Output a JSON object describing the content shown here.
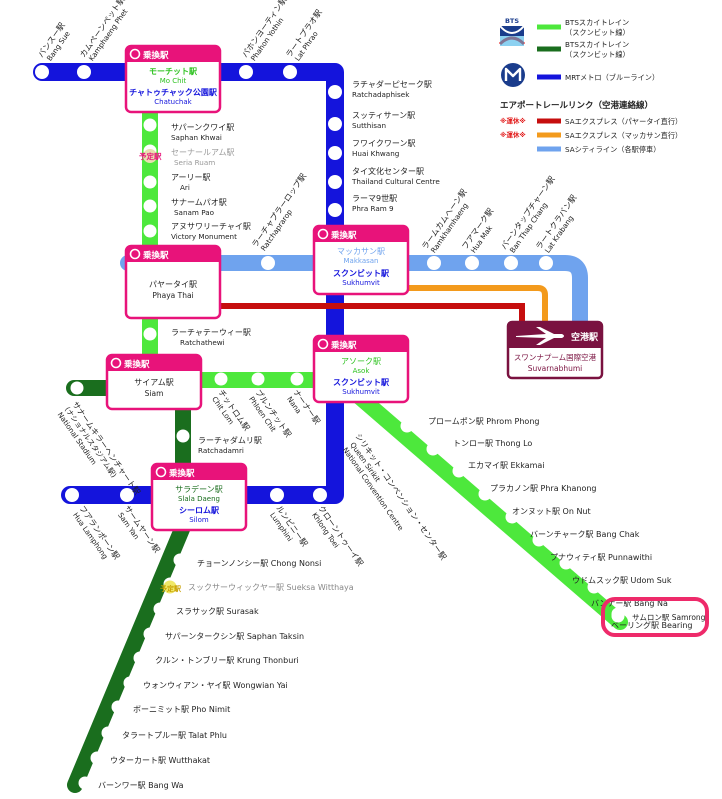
{
  "legend": {
    "bts_logo": "BTS",
    "sukhumvit_line": [
      "BTSスカイトレイン",
      "（スクンビット線）"
    ],
    "silom_line": [
      "BTSスカイトレイン",
      "（スクンビット線）"
    ],
    "mrt_line": "MRTメトロ（ブルーライン）",
    "airport_title": "エアポートレールリンク（空港連絡線）",
    "suspended": "※運休※",
    "sa_express_phayathai": "SAエクスプレス（パヤータイ直行）",
    "sa_express_makkasan": "SAエクスプレス（マッカサン直行）",
    "sa_city": "SAシティライン（各駅停車）",
    "colors": {
      "sukhumvit": "#4de83c",
      "silom": "#1a6e1e",
      "mrt": "#1414dc",
      "sa_express_red": "#c60e0e",
      "sa_express_orange": "#f39a1c",
      "sa_city": "#6fa3ee",
      "interchange": "#e8137a",
      "airport": "#7a1240"
    }
  },
  "interchanges": {
    "badge": "乗換駅",
    "mochit": {
      "l1": "モーチット駅",
      "l2": "Mo Chit",
      "l3": "チャトゥチャック公園駅",
      "l4": "Chatuchak"
    },
    "phayathai": {
      "l1": "パヤータイ駅",
      "l2": "Phaya Thai"
    },
    "makkasan": {
      "l1": "マッカサン駅",
      "l2": "Makkasan",
      "l3": "スクンビット駅",
      "l4": "Sukhumvit"
    },
    "siam": {
      "l1": "サイアム駅",
      "l2": "Siam"
    },
    "asok": {
      "l1": "アソーク駅",
      "l2": "Asok",
      "l3": "スクンビット駅",
      "l4": "Sukhumvit"
    },
    "saladaeng": {
      "l1": "サラデーン駅",
      "l2": "Slala Daeng",
      "l3": "シーロム駅",
      "l4": "Silom"
    }
  },
  "airport": {
    "name_ja": "空港駅",
    "l1": "スワンナプーム国際空港",
    "l2": "Suvarnabhumi"
  },
  "samrong": "サムロン駅 Samrong",
  "planned": "予定駅",
  "stations": {
    "bangsue": [
      "バンスー駅",
      "Bang Sue"
    ],
    "kamphaengphet": [
      "カムペーンペット駅",
      "Kamphaeng Phet"
    ],
    "phahonyothin": [
      "パホンヨーティン駅",
      "Phahon Yothin"
    ],
    "latphrao": [
      "ラートプラオ駅",
      "Lat Phrao"
    ],
    "ratchadaphisek": [
      "ラチャダーピセーク駅",
      "Ratchadaphisek"
    ],
    "sutthisan": [
      "スッティサーン駅",
      "Sutthisan"
    ],
    "huaikhwang": [
      "フワイクワーン駅",
      "Huai Khwang"
    ],
    "thailandcc": [
      "タイ文化センター駅",
      "Thailand Cultural Centre"
    ],
    "phraram9": [
      "ラーマ9世駅",
      "Phra Ram 9"
    ],
    "saphankhwai": [
      "サパーンクワイ駅",
      "Saphan Khwai"
    ],
    "seriaruam": [
      "セーナールアム駅",
      "Seria Ruam"
    ],
    "ari": [
      "アーリー駅",
      "Ari"
    ],
    "sanampao": [
      "サナームパオ駅",
      "Sanam Pao"
    ],
    "victory": [
      "アヌサワリーチャイ駅",
      "Victory Monument"
    ],
    "ratchaprarop": [
      "ラーチャプラーロップ駅",
      "Ratchaprarop"
    ],
    "ramkhamhaeng": [
      "ラームカムヘーン駅",
      "Ramkhamhaeng"
    ],
    "huamak": [
      "フアマーク駅",
      "Hua Mak"
    ],
    "banthapchang": [
      "バーンタップチャーン駅",
      "Ban Thap Chang"
    ],
    "latkrabang": [
      "ラートクラバン駅",
      "Lat Krabang"
    ],
    "ratchathewi": [
      "ラーチャテーウィー駅",
      "Ratchathewi"
    ],
    "chitlom": [
      "チットロム駅",
      "Chit Lom"
    ],
    "phloenchit": [
      "プルンチット駅",
      "Phloen Chit"
    ],
    "nana": [
      "ナーナー駅",
      "Nana"
    ],
    "nationalstadium": [
      "サナームキラーヘンチャート駅",
      "(ナショナルスタジアム駅)",
      "National Stadium"
    ],
    "ratchadamri": [
      "ラーチャダムリ駅",
      "Ratchadamri"
    ],
    "phromphong": "プロームポン駅 Phrom Phong",
    "thonglo": "トンロー駅 Thong Lo",
    "ekkamai": "エカマイ駅 Ekkamai",
    "phrakhanong": "プラカノン駅 Phra Khanong",
    "onnut": "オンヌット駅 On Nut",
    "bangchak": "バーンチャーク駅 Bang Chak",
    "punnawithi": "プナウィティ駅 Punnawithi",
    "udomsuk": "ウドムスック駅 Udom Suk",
    "bangna": "バンナー駅 Bang Na",
    "bearing": "ベーリング駅 Bearing",
    "qsncc": [
      "シリキット・コンベンション・センター駅",
      "Queen Sirikit",
      "National Convention Centre"
    ],
    "huailamphong": [
      "フアランポーン駅",
      "Hua Lamphong"
    ],
    "samyan": [
      "サームヤーン駅",
      "Sam Yan"
    ],
    "lumphini": [
      "ルンピニー駅",
      "Lumphini"
    ],
    "khlongtoei": [
      "クローントゥーイ駅",
      "Khlong Toei"
    ],
    "chongnonsi": "チョーンノンシー駅 Chong Nonsi",
    "suekswitthaya": "スックサーウィックヤー駅 Sueksa Witthaya",
    "surasak": "スラサック駅 Surasak",
    "saphantaksin": "サパーンタークシン駅 Saphan Taksin",
    "krungthonburi": "クルン・トンブリー駅 Krung Thonburi",
    "wongwianyai": "ウォンウィアン・ヤイ駅 Wongwian Yai",
    "phonimit": "ボーニミット駅 Pho Nimit",
    "talatphlu": "タラートプルー駅 Talat Phlu",
    "wutthakat": "ウターカート駅 Wutthakat",
    "bangwa": "バーンワー駅 Bang Wa"
  }
}
